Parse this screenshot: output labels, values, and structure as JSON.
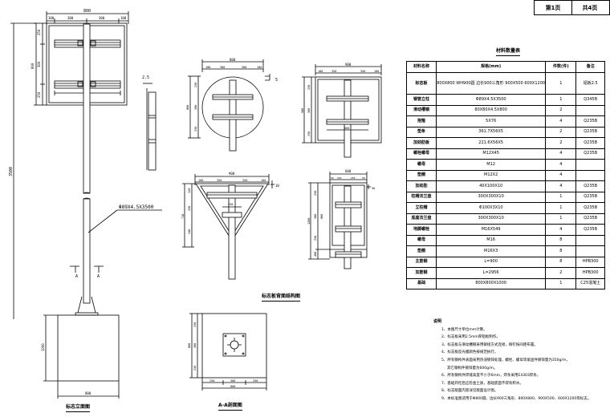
{
  "title_block": {
    "sheet": "第1页",
    "total": "共4页"
  },
  "table": {
    "title": "材料数量表",
    "headers": [
      "材料名称",
      "规格(mm)",
      "件数(件)",
      "备注"
    ],
    "rows": [
      {
        "name": "标志板",
        "spec": "800X800 WH900圆  边长900三角形 900X500 600X1200",
        "qty": "1",
        "note": "铝板2.5"
      },
      {
        "name": "钢管立柱",
        "spec": "Φ89X4.5X3500",
        "qty": "1",
        "note": "Q345B"
      },
      {
        "name": "滑动槽钢",
        "spec": "80X80X4.5X800",
        "qty": "2",
        "note": ""
      },
      {
        "name": "抱箍",
        "spec": "5X76",
        "qty": "4",
        "note": "Q235B"
      },
      {
        "name": "垫条",
        "spec": "361.7X56X5",
        "qty": "2",
        "note": "Q235B"
      },
      {
        "name": "加劲肋板",
        "spec": "221.6X56X5",
        "qty": "2",
        "note": "Q235B"
      },
      {
        "name": "螺栓螺母",
        "spec": "M12X45",
        "qty": "4",
        "note": "Q235B"
      },
      {
        "name": "螺母",
        "spec": "M12",
        "qty": "4",
        "note": ""
      },
      {
        "name": "垫圈",
        "spec": "M12X2",
        "qty": "4",
        "note": ""
      },
      {
        "name": "加劲肋",
        "spec": "40X100X10",
        "qty": "4",
        "note": "Q235B"
      },
      {
        "name": "柱帽法兰盘",
        "spec": "300X300X10",
        "qty": "1",
        "note": "Q235B"
      },
      {
        "name": "立柱帽",
        "spec": "Φ100X3X10",
        "qty": "1",
        "note": "Q235B"
      },
      {
        "name": "底座法兰盘",
        "spec": "300X300X10",
        "qty": "1",
        "note": "Q235B"
      },
      {
        "name": "地脚螺栓",
        "spec": "M16X549",
        "qty": "4",
        "note": "Q235B"
      },
      {
        "name": "螺母",
        "spec": "M16",
        "qty": "8",
        "note": ""
      },
      {
        "name": "垫圈",
        "spec": "M16X3",
        "qty": "8",
        "note": ""
      },
      {
        "name": "主筋钢",
        "spec": "L=900",
        "qty": "8",
        "note": "HPB300"
      },
      {
        "name": "加筋钢",
        "spec": "L=2956",
        "qty": "2",
        "note": "HPB300"
      },
      {
        "name": "基础",
        "spec": "800X800X1000",
        "qty": "1",
        "note": "C25混凝土"
      }
    ]
  },
  "notes": {
    "heading": "说明",
    "items": [
      "1、本图尺寸单位mm计算。",
      "2、标志板采用2.5mm厚铝板制作。",
      "3、标志板与滑动槽钢采用铆接方式连接，铆钉按间距布置。",
      "4、标志板反光膜颜色按规范执行。",
      "5、所有钢构件表面采用热浸镀锌处理，螺栓、螺母等紧固件镀锌量为350g/m，",
      "其它钢构件镀锌量为600g/m。",
      "6、所有钢构件焊缝高度不小于6mm，焊条采用E4303焊条。",
      "7、基础开挖后应检查土质，基础底面不得有积水。",
      "8、标志版面内容详见版面设计图。",
      "9、本标准图适用于Φ800圆、边长900三角形、800X800、900X500、600X1200等标志。"
    ]
  },
  "captions": {
    "elevation": "标志立面图",
    "section": "A-A剖面图",
    "sign_types": "标志板背面结构图"
  },
  "dims": {
    "main_width": "800",
    "main_top": [
      "100",
      "300",
      "300",
      "100"
    ],
    "main_left": [
      "250",
      "300",
      "250"
    ],
    "main_left_total": "800",
    "main_slot": "500",
    "total_height": "3500",
    "pole_label": "Φ89X4.5X3500",
    "plate_thk": "2.5",
    "section_A": "A",
    "found_h": "1000",
    "found_w": "800",
    "circle_width": "800",
    "circle_top": [
      "100",
      "300",
      "300",
      "100"
    ],
    "circle_left": [
      "250",
      "300",
      "250"
    ],
    "circle_left_total": "800",
    "circle_gap": "5",
    "sq_width": "900",
    "sq_top": [
      "100",
      "350",
      "350",
      "100"
    ],
    "sq_left": [
      "250",
      "500",
      "250"
    ],
    "sq_left_total": "900",
    "sq_slot": "600",
    "tri_width": "900",
    "tri_top": [
      "100",
      "350",
      "350",
      "100"
    ],
    "tri_left": [
      "120",
      "250",
      "340"
    ],
    "tri_left_total": "710",
    "tri_inner": "250",
    "tri_gap": "10",
    "rect_width": "600",
    "rect_top": [
      "50",
      "250",
      "250",
      "50"
    ],
    "rect_left": [
      "250",
      "300",
      "250"
    ],
    "rect_inner_total": "800",
    "rect_bottom": "400",
    "rect_total": "1200",
    "rect_gap": "50",
    "sec_left": [
      "250",
      "300",
      "250"
    ],
    "sec_left_total": "800",
    "sec_bottom": [
      "250",
      "300",
      "250"
    ],
    "sec_bottom_total": "800"
  }
}
